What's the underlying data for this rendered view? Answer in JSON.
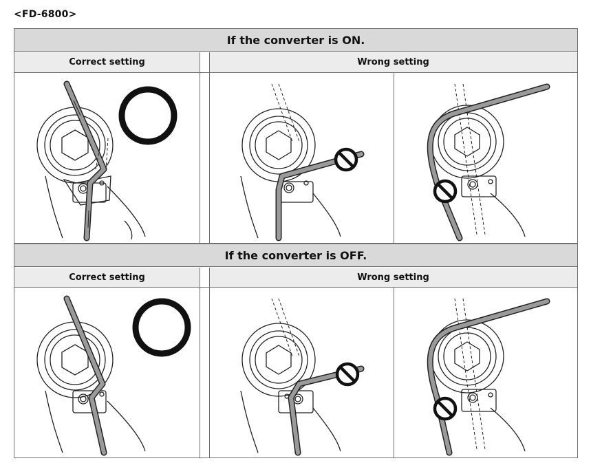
{
  "model_label": "<FD-6800>",
  "sections": [
    {
      "title": "If the converter is ON.",
      "correct_label": "Correct setting",
      "wrong_label": "Wrong setting"
    },
    {
      "title": "If the converter is OFF.",
      "correct_label": "Correct setting",
      "wrong_label": "Wrong setting"
    }
  ],
  "symbols": {
    "correct": "circle-correct-icon",
    "wrong": "prohibited-icon"
  }
}
